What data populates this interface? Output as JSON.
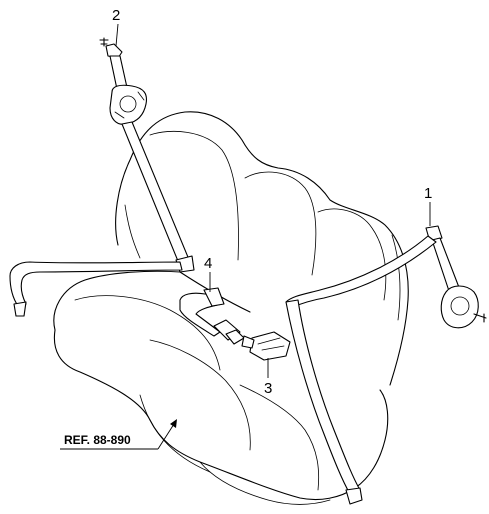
{
  "callouts": [
    {
      "id": "1",
      "label": "1"
    },
    {
      "id": "2",
      "label": "2"
    },
    {
      "id": "3",
      "label": "3"
    },
    {
      "id": "4",
      "label": "4"
    }
  ],
  "reference": {
    "label": "REF. 88-890"
  }
}
